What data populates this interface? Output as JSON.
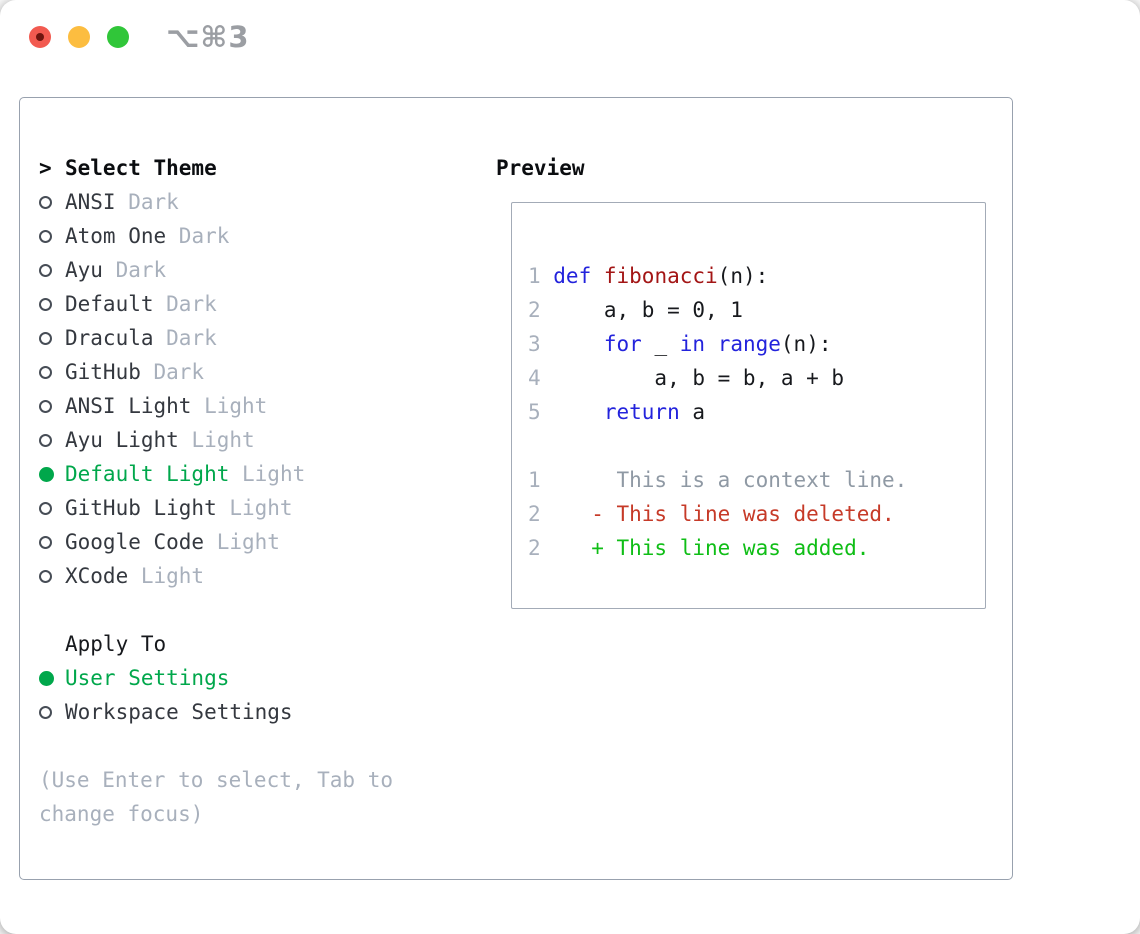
{
  "window": {
    "shortcut": "⌥⌘3",
    "traffic_lights": [
      "close",
      "minimize",
      "zoom"
    ]
  },
  "theme_picker": {
    "prompt_char": ">",
    "title": "Select Theme",
    "items": [
      {
        "name": "ANSI",
        "variant": "Dark",
        "selected": false
      },
      {
        "name": "Atom One",
        "variant": "Dark",
        "selected": false
      },
      {
        "name": "Ayu",
        "variant": "Dark",
        "selected": false
      },
      {
        "name": "Default",
        "variant": "Dark",
        "selected": false
      },
      {
        "name": "Dracula",
        "variant": "Dark",
        "selected": false
      },
      {
        "name": "GitHub",
        "variant": "Dark",
        "selected": false
      },
      {
        "name": "ANSI Light",
        "variant": "Light",
        "selected": false
      },
      {
        "name": "Ayu Light",
        "variant": "Light",
        "selected": false
      },
      {
        "name": "Default Light",
        "variant": "Light",
        "selected": true
      },
      {
        "name": "GitHub Light",
        "variant": "Light",
        "selected": false
      },
      {
        "name": "Google Code",
        "variant": "Light",
        "selected": false
      },
      {
        "name": "XCode",
        "variant": "Light",
        "selected": false
      }
    ],
    "apply_to": {
      "title": "Apply To",
      "options": [
        {
          "label": "User Settings",
          "selected": true
        },
        {
          "label": "Workspace Settings",
          "selected": false
        }
      ]
    },
    "hint": "(Use Enter to select, Tab to change focus)"
  },
  "preview": {
    "title": "Preview",
    "code_lines": [
      {
        "num": "1",
        "segments": [
          {
            "text": "def",
            "style": "keyword"
          },
          {
            "text": " ",
            "style": "code_default"
          },
          {
            "text": "fibonacci",
            "style": "function_name"
          },
          {
            "text": "(n):",
            "style": "code_default"
          }
        ]
      },
      {
        "num": "2",
        "segments": [
          {
            "text": "    a, b = 0, 1",
            "style": "code_default"
          }
        ]
      },
      {
        "num": "3",
        "segments": [
          {
            "text": "    ",
            "style": "code_default"
          },
          {
            "text": "for",
            "style": "keyword"
          },
          {
            "text": " _ ",
            "style": "code_default"
          },
          {
            "text": "in",
            "style": "keyword"
          },
          {
            "text": " ",
            "style": "code_default"
          },
          {
            "text": "range",
            "style": "keyword"
          },
          {
            "text": "(n):",
            "style": "code_default"
          }
        ]
      },
      {
        "num": "4",
        "segments": [
          {
            "text": "        a, b = b, a + b",
            "style": "code_default"
          }
        ]
      },
      {
        "num": "5",
        "segments": [
          {
            "text": "    ",
            "style": "code_default"
          },
          {
            "text": "return",
            "style": "keyword"
          },
          {
            "text": " a",
            "style": "code_default"
          }
        ]
      }
    ],
    "diff_lines": [
      {
        "num": "1",
        "marker": " ",
        "text": "This is a context line.",
        "type": "context"
      },
      {
        "num": "2",
        "marker": "-",
        "text": "This line was deleted.",
        "type": "deleted"
      },
      {
        "num": "2",
        "marker": "+",
        "text": "This line was added.",
        "type": "added"
      }
    ]
  },
  "colors": {
    "keyword": "#2323dc",
    "function_name": "#a31515",
    "code_default": "#17191d",
    "line_number": "#a8b0bc",
    "context": "#8f99a4",
    "deleted": "#c63a28",
    "added": "#0fbe16",
    "selected_green": "#00a74b",
    "muted": "#a8b0bc",
    "item_text": "#34383f"
  }
}
